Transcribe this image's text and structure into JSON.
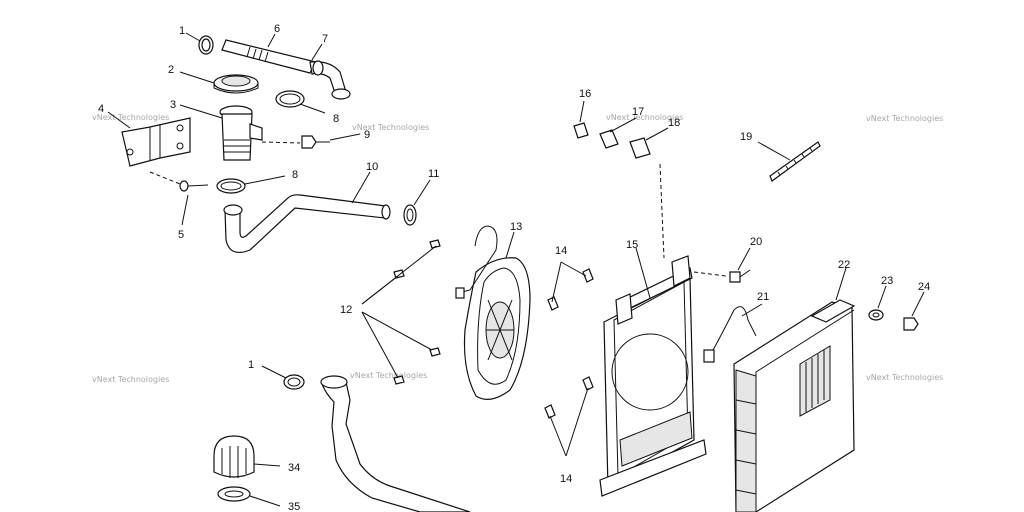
{
  "callouts": {
    "c1a": "1",
    "c6": "6",
    "c7": "7",
    "c2": "2",
    "c3": "3",
    "c4": "4",
    "c8a": "8",
    "c9": "9",
    "c8b": "8",
    "c10": "10",
    "c11": "11",
    "c5": "5",
    "c13": "13",
    "c14a": "14",
    "c15": "15",
    "c16": "16",
    "c17": "17",
    "c18": "18",
    "c19": "19",
    "c20": "20",
    "c21": "21",
    "c22": "22",
    "c23": "23",
    "c24": "24",
    "c12": "12",
    "c1b": "1",
    "c34": "34",
    "c35": "35",
    "c14b": "14"
  },
  "watermark": "vNext Technologies",
  "colors": {
    "line": "#111111",
    "watermark": "#8a8a8a",
    "background": "#ffffff"
  }
}
